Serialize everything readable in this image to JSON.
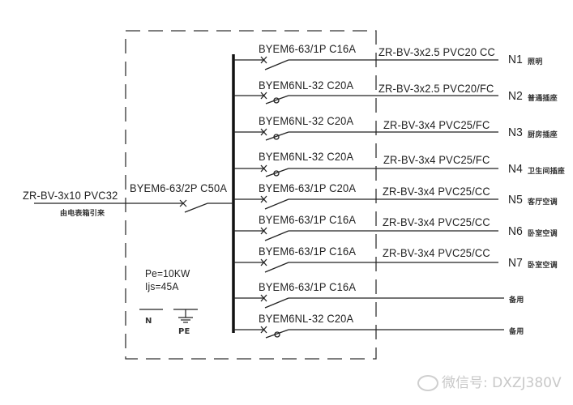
{
  "diagram": {
    "title": "",
    "incoming": {
      "cable": "ZR-BV-3x10 PVC32",
      "note": "由电表箱引来",
      "main_breaker": "BYEM6-63/2P C50A"
    },
    "load_info": {
      "pe": "Pe=10KW",
      "ijs": "Ijs=45A"
    },
    "terminals": {
      "neutral": "N",
      "earth": "PE"
    },
    "branches": [
      {
        "breaker": "BYEM6-63/1P C16A",
        "type": "mcb",
        "cable": "ZR-BV-3x2.5 PVC20 CC",
        "circuit": "N1",
        "load": "照明"
      },
      {
        "breaker": "BYEM6NL-32 C20A",
        "type": "rcbo",
        "cable": "ZR-BV-3x2.5 PVC20/FC",
        "circuit": "N2",
        "load": "普通插座"
      },
      {
        "breaker": "BYEM6NL-32 C20A",
        "type": "rcbo",
        "cable": "ZR-BV-3x4 PVC25/FC",
        "circuit": "N3",
        "load": "厨房插座"
      },
      {
        "breaker": "BYEM6NL-32 C20A",
        "type": "rcbo",
        "cable": "ZR-BV-3x4 PVC25/FC",
        "circuit": "N4",
        "load": "卫生间插座"
      },
      {
        "breaker": "BYEM6-63/1P C20A",
        "type": "mcb",
        "cable": "ZR-BV-3x4 PVC25/CC",
        "circuit": "N5",
        "load": "客厅空调"
      },
      {
        "breaker": "BYEM6-63/1P C16A",
        "type": "mcb",
        "cable": "ZR-BV-3x4 PVC25/CC",
        "circuit": "N6",
        "load": "卧室空调"
      },
      {
        "breaker": "BYEM6-63/1P C16A",
        "type": "mcb",
        "cable": "ZR-BV-3x4 PVC25/CC",
        "circuit": "N7",
        "load": "卧室空调"
      },
      {
        "breaker": "BYEM6-63/1P C16A",
        "type": "mcb",
        "cable": "",
        "circuit": "",
        "load": "备用"
      },
      {
        "breaker": "BYEM6NL-32 C20A",
        "type": "rcbo",
        "cable": "",
        "circuit": "",
        "load": "备用"
      }
    ],
    "watermark": "微信号: DXZJ380V",
    "colors": {
      "line": "#222222",
      "watermark": "#c8c8c8",
      "background": "#ffffff"
    }
  }
}
